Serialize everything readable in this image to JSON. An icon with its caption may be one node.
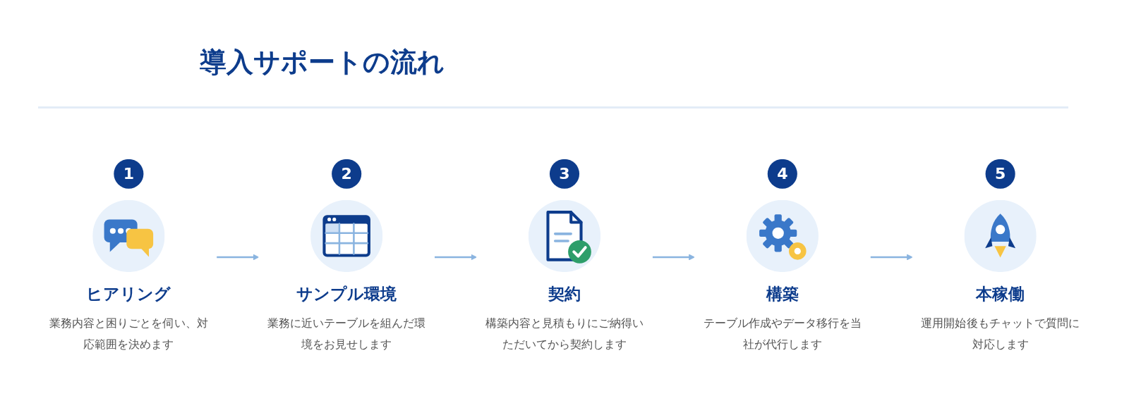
{
  "diagram": {
    "title": "導入サポートの流れ",
    "nodes": [
      {
        "text": [
          "1",
          "ヒアリング",
          "業務内容と困りごとを伺い、対応範囲を決めます"
        ]
      },
      {
        "text": [
          "2",
          "サンプル環境",
          "業務に近いテーブルを組んだ環境をお見せします"
        ]
      },
      {
        "text": [
          "3",
          "契約",
          "構築内容と見積もりにご納得いただいてから契約します"
        ]
      },
      {
        "text": [
          "4",
          "構築",
          "テーブル作成やデータ移行を当社が代行します"
        ]
      },
      {
        "text": [
          "5",
          "本稼働",
          "運用開始後もチャットで質問に対応します"
        ]
      }
    ],
    "edges": [
      {
        "from": 0,
        "to": 1,
        "arrow": "to"
      },
      {
        "from": 1,
        "to": 2,
        "arrow": "to"
      },
      {
        "from": 2,
        "to": 3,
        "arrow": "to"
      },
      {
        "from": 3,
        "to": 4,
        "arrow": "to"
      }
    ]
  }
}
